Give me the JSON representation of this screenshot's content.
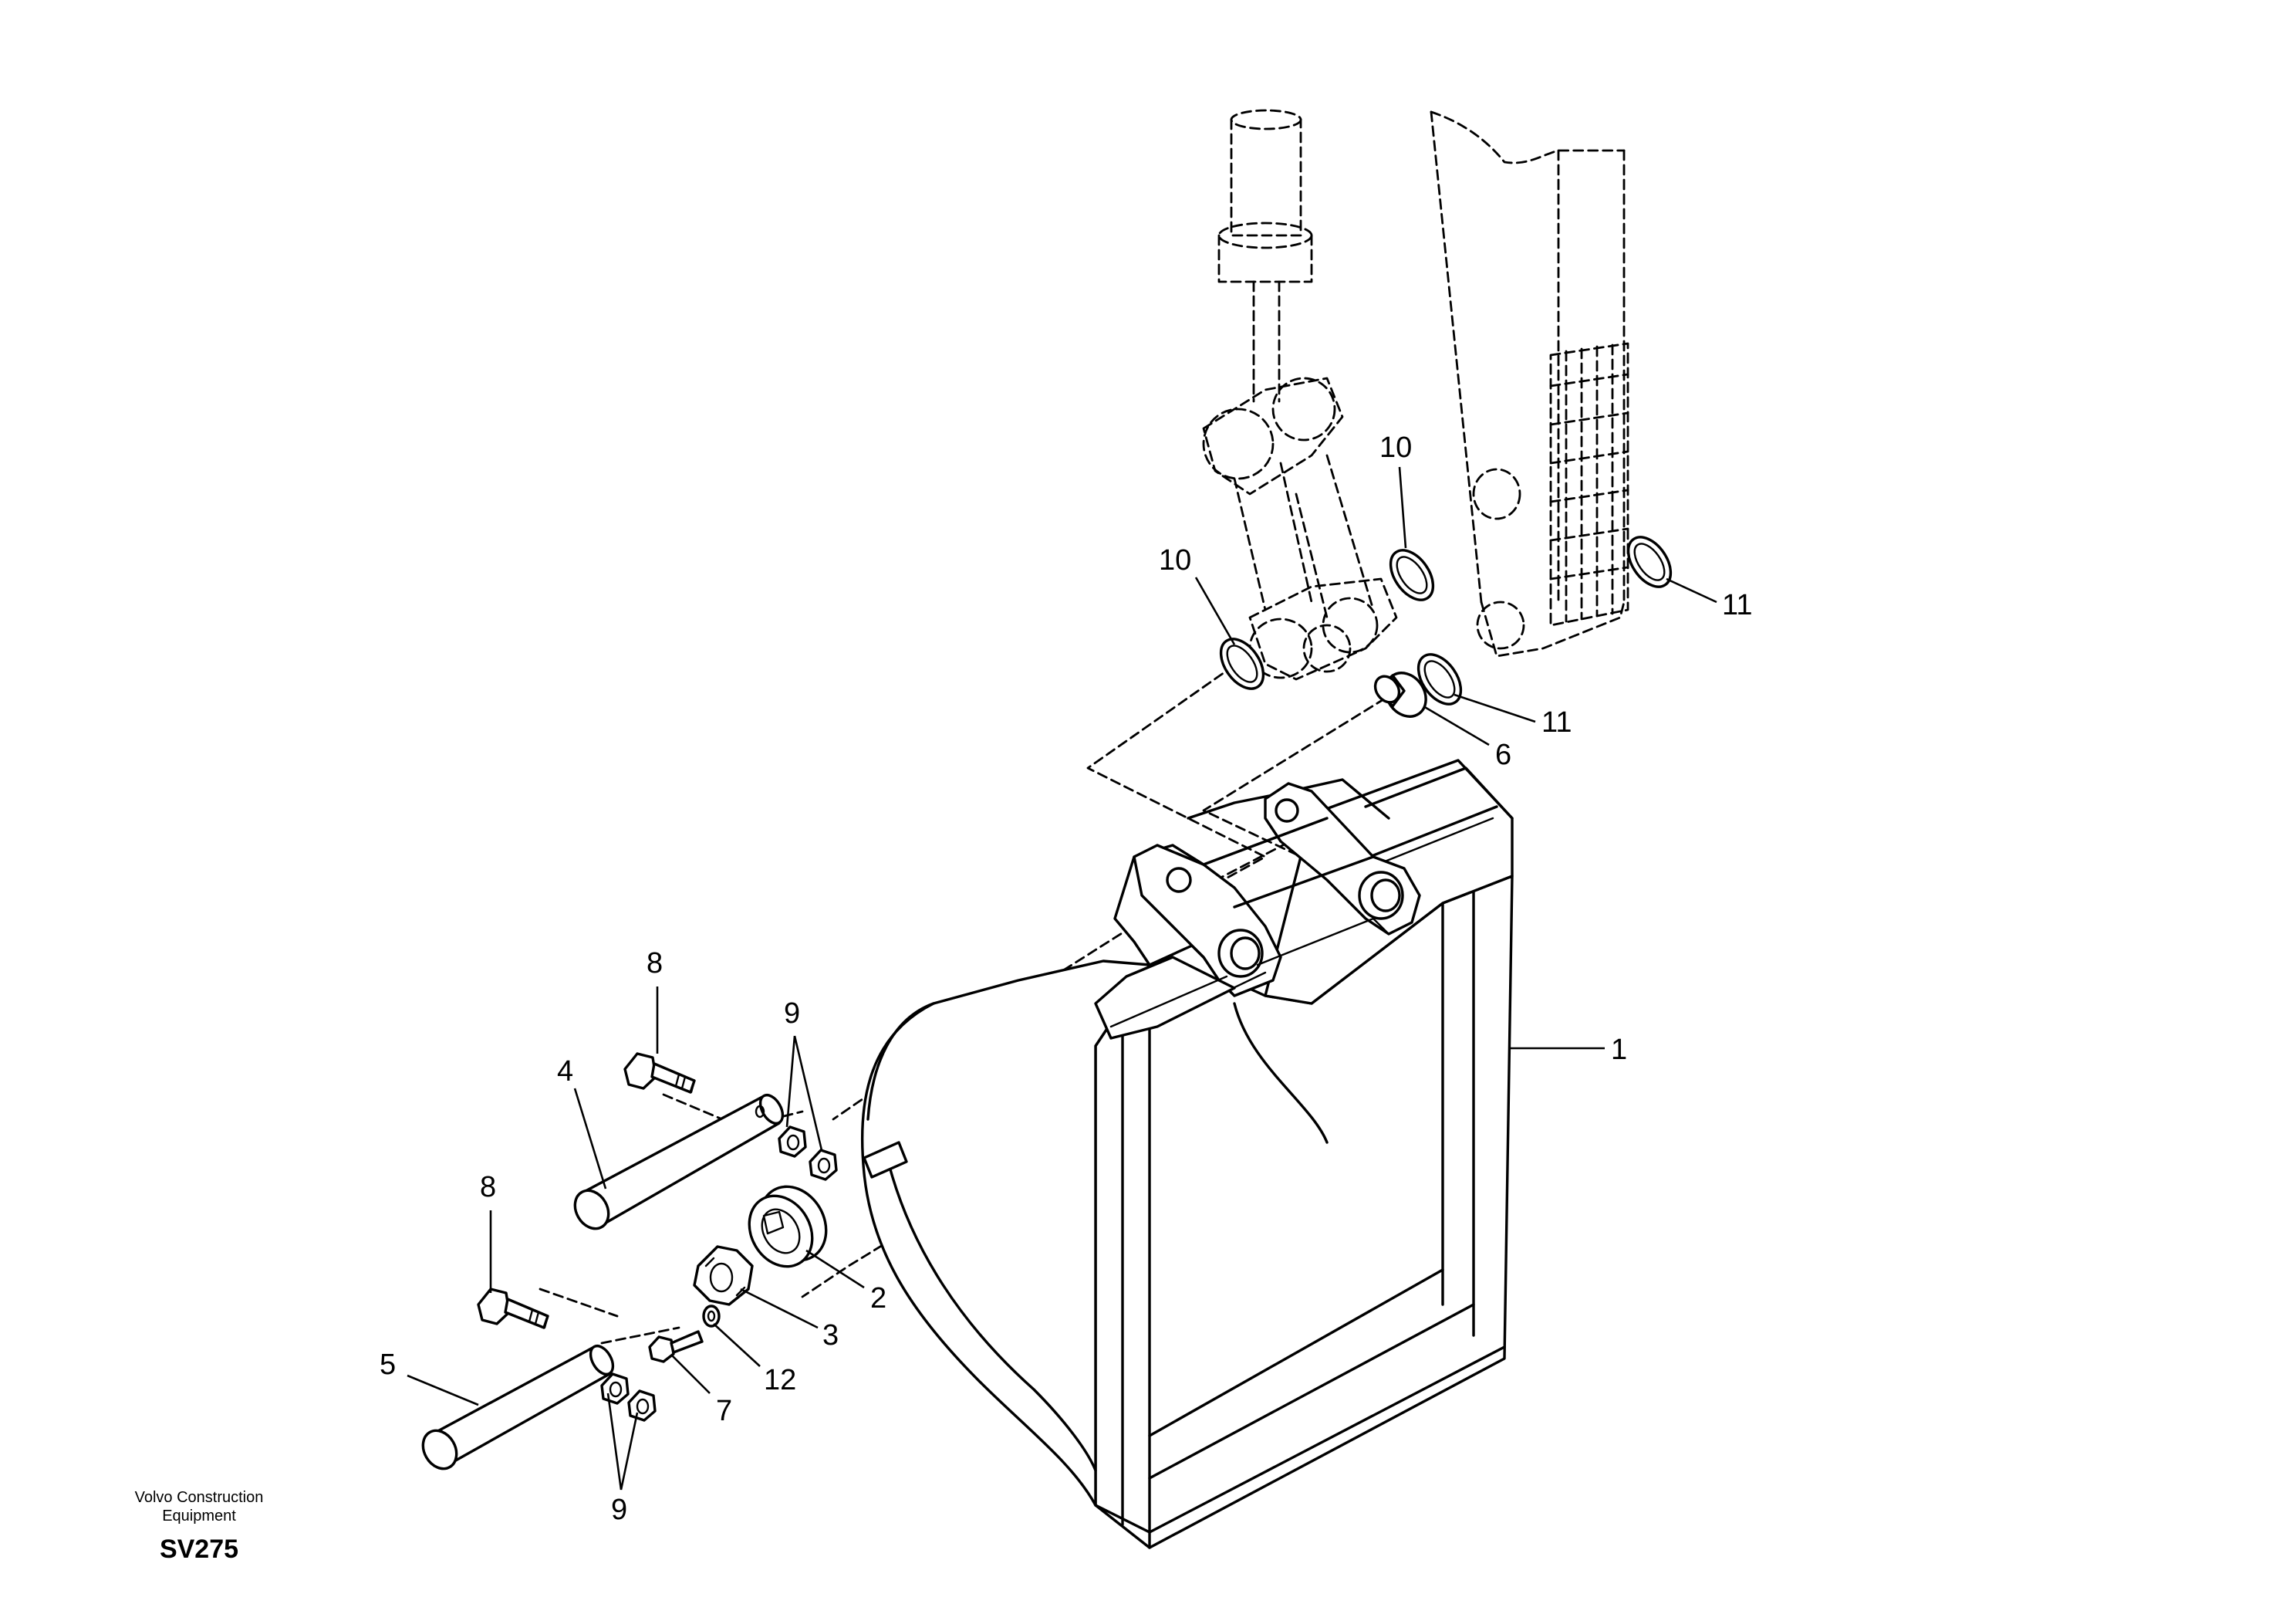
{
  "diagram": {
    "callouts": [
      "1",
      "2",
      "3",
      "4",
      "5",
      "6",
      "7",
      "8",
      "8",
      "9",
      "9",
      "10",
      "10",
      "11",
      "11",
      "12"
    ],
    "footer": {
      "brand_line1": "Volvo Construction",
      "brand_line2": "Equipment",
      "code": "SV275"
    }
  }
}
